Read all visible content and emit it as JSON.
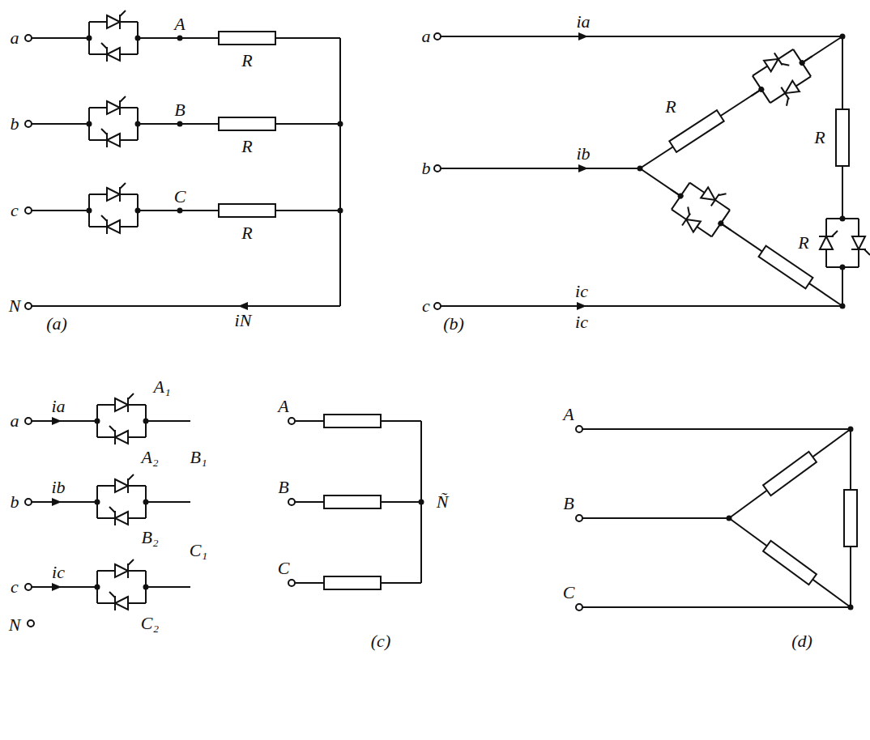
{
  "diagram": {
    "labels": [
      "a",
      "A",
      "R",
      "b",
      "B",
      "R",
      "c",
      "C",
      "R",
      "N",
      "iN",
      "(a)",
      "a",
      "ia",
      "b",
      "ib",
      "R",
      "R",
      "R",
      "c",
      "ic",
      "ic",
      "(b)",
      "a",
      "ia",
      "A₁",
      "A₂",
      "B₁",
      "b",
      "ib",
      "B₂",
      "C₁",
      "c",
      "ic",
      "C₂",
      "N",
      "A",
      "B",
      "Ñ",
      "C",
      "(c)",
      "A",
      "B",
      "C",
      "(d)"
    ]
  }
}
